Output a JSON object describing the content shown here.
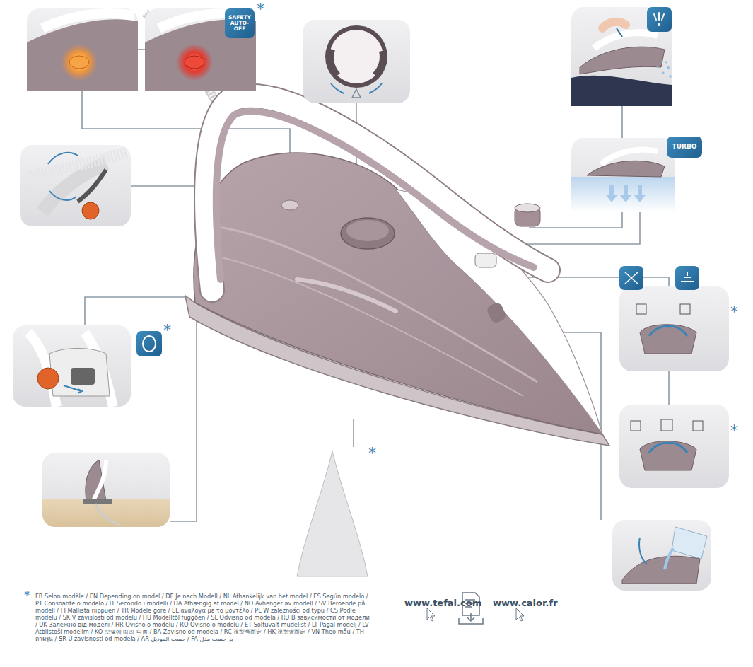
{
  "diagram": {
    "nodes": [
      {
        "text": [
          "SAFETY AUTO-OFF"
        ]
      },
      {
        "text": [
          "TURBO"
        ]
      }
    ],
    "labels": [
      "*",
      "*",
      "*",
      "*",
      "*",
      "*",
      "FR Selon modèle / EN Depending on model / DE Je nach Modell / NL Afhankelijk van het model / ES Según modelo / PT Consoante o modelo / IT Secondo i modelli / DA Afhængig af model / NO Avhenger av modell / SV Beroende på modell / FI Mallista riippuen / TR Modele göre / EL ανάλογα με το μοντέλο / PL W zależności od typu / CS Podle modelu / SK V závislosti od modelu / HU Modelltől függően / SL Odvisno od modela / RU В зависимости от модели / UK Залежно від моделі / HR Ovisno o modelu / RO Ovisno o modelu / ET Sõltuvalt mudelist / LT Pagal modelį / LV Atbilstoši modelim / KO 모델에 따라 다름 / BA Zavisno od modela / RC 視型号而定 / HK 視型號而定 / VN Theo mẫu / TH ตามรุ่น / SR U zavisnosti od modela / AR حسب الموديل / FA بر حسب مدل",
      "www.tefal.com",
      "www.calor.fr"
    ]
  }
}
